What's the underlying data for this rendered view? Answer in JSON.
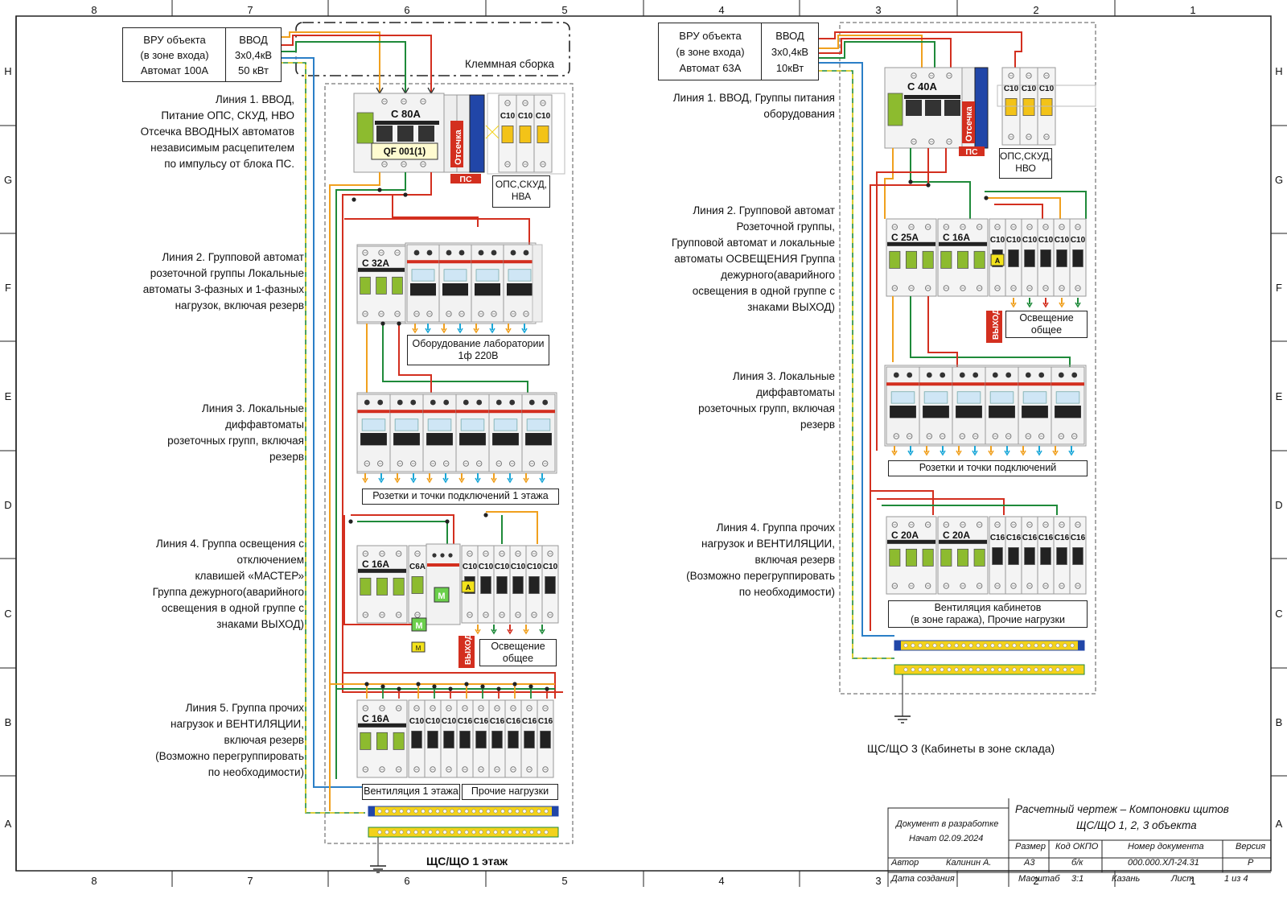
{
  "frame": {
    "columns_top": [
      "8",
      "7",
      "6",
      "5",
      "4",
      "3",
      "2",
      "1"
    ],
    "columns_bottom": [
      "8",
      "7",
      "6",
      "5",
      "4",
      "3",
      "2",
      "1"
    ],
    "rows": [
      "H",
      "G",
      "F",
      "E",
      "D",
      "C",
      "B",
      "A"
    ]
  },
  "left_panel": {
    "vru": {
      "line1": "ВРУ объекта",
      "line2": "(в зоне входа)",
      "line3": "Автомат 100А"
    },
    "input": {
      "line1": "ВВОД",
      "line2": "3х0,4кВ",
      "line3": "50 кВт"
    },
    "terminal_label": "Клеммная сборка",
    "line1_desc": [
      "Линия 1. ВВОД,",
      "Питание ОПС, СКУД, НВО",
      "Отсечка ВВОДНЫХ автоматов",
      "независимым расцепителем",
      "по импульсу от блока ПС."
    ],
    "line2_desc": [
      "Линия 2. Групповой автомат",
      "розеточной группы Локальные",
      "автоматы 3-фазных  и 1-фазных",
      "нагрузок, включая резерв"
    ],
    "line3_desc": [
      "Линия 3. Локальные",
      "диффавтоматы",
      "розеточных групп, включая",
      "резерв"
    ],
    "line4_desc": [
      "Линия 4. Группа  освещения с",
      "отключением",
      "клавишей «МАСТЕР»",
      "Группа дежурного(аварийного",
      "освещения в одной группе с",
      "знаками ВЫХОД)"
    ],
    "line5_desc": [
      "Линия 5. Группа  прочих",
      "нагрузок и ВЕНТИЛЯЦИИ,",
      "включая резерв",
      "(Возможно перегруппировать",
      "по необходимости)"
    ],
    "main_breaker": "С 80А",
    "qf_label": "QF 001(1)",
    "cutoff": "Отсечка",
    "ps": "ПС",
    "small_c10": "С10",
    "ops_box": [
      "ОПС,СКУД,",
      "НВА"
    ],
    "c32": "С 32А",
    "lab_box": [
      "Оборудование лаборатории",
      "1ф  220В"
    ],
    "sockets_box": "Розетки и точки подключений 1 этажа",
    "c16": "С 16А",
    "c6": "С6А",
    "c16s": "С16",
    "m_mark": "М",
    "a_mark": "А",
    "exit": "ВЫХОД",
    "light_box": [
      "Освещение",
      "общее"
    ],
    "vent_box": "Вентиляция 1 этажа",
    "other_box": "Прочие нагрузки",
    "title": "ЩС/ЩО 1 этаж"
  },
  "right_panel": {
    "vru": {
      "line1": "ВРУ объекта",
      "line2": "(в зоне входа)",
      "line3": "Автомат 63А"
    },
    "input": {
      "line1": "ВВОД",
      "line2": "3х0,4кВ",
      "line3": "10кВт"
    },
    "line1_desc": [
      "Линия 1. ВВОД, Группы питания",
      "оборудования"
    ],
    "line2_desc": [
      "Линия 2. Групповой автомат",
      "Розеточной группы,",
      "Групповой автомат и локальные",
      "автоматы ОСВЕЩЕНИЯ Группа",
      "дежурного(аварийного",
      "освещения в одной группе с",
      "знаками ВЫХОД)"
    ],
    "line3_desc": [
      "Линия 3.  Локальные",
      "диффавтоматы",
      "розеточных групп, включая",
      "резерв"
    ],
    "line4_desc": [
      "Линия 4. Группа  прочих",
      "нагрузок и ВЕНТИЛЯЦИИ,",
      "включая резерв",
      "(Возможно перегруппировать",
      "по необходимости)"
    ],
    "main_breaker": "С 40А",
    "ops_box": [
      "ОПС,СКУД,",
      "НВО"
    ],
    "c25": "С 25А",
    "c16": "С 16А",
    "c20": "С 20А",
    "light_box": [
      "Освещение",
      "общее"
    ],
    "sockets_box": "Розетки и точки подключений",
    "vent_box": [
      "Вентиляция кабинетов",
      "(в зоне гаража), Прочие нагрузки"
    ],
    "title": "ЩС/ЩО 3 (Кабинеты в зоне склада)"
  },
  "title_block": {
    "heading1": "Расчетный чертеж – Компоновки щитов",
    "heading2": "ЩС/ЩО 1, 2, 3 объекта",
    "status1": "Документ в разработке",
    "status2": "Начат 02.09.2024",
    "author_label": "Автор",
    "author": "Калинин А.",
    "created_label": "Дата создания",
    "size_label": "Размер",
    "size": "А3",
    "okpo_label": "Код ОКПО",
    "okpo": "б/к",
    "docnum_label": "Номер документа",
    "docnum": "000.000.ХЛ-24.31",
    "version_label": "Версия",
    "version": "Р",
    "scale_label": "Масштаб",
    "scale": "3:1",
    "city": "Казань",
    "sheet_label": "Лист",
    "sheet": "1 из 4"
  }
}
